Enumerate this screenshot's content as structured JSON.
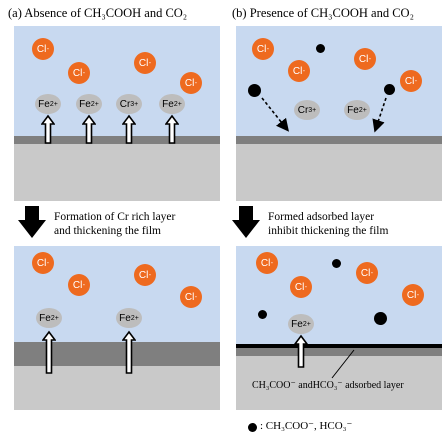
{
  "titles": {
    "a": "(a) Absence of CH₃COOH and CO₂",
    "b": "(b) Presence of CH₃COOH and CO₂"
  },
  "chloride": {
    "symbol": "Cl",
    "charge": "-"
  },
  "ions": {
    "fe": {
      "symbol": "Fe",
      "charge": "2+"
    },
    "cr": {
      "symbol": "Cr",
      "charge": "3+"
    }
  },
  "arrows": {
    "left": {
      "line1": "Formation of Cr rich layer",
      "line2": "and thickening the film"
    },
    "right": {
      "line1": "Formed adsorbed layer",
      "line2": "inhibit thickening the film"
    }
  },
  "adsorbed_label": "CH₃COO⁻ andHCO₃⁻ adsorbed layer",
  "legend": ": CH₃COO⁻, HCO₃⁻",
  "colors": {
    "solution": "#c8d9f0",
    "chloride": "#ee6a1f",
    "substrate": "#c9c9c9",
    "film": "#7f7f7f",
    "metal_ion": "#bdbdbd"
  }
}
